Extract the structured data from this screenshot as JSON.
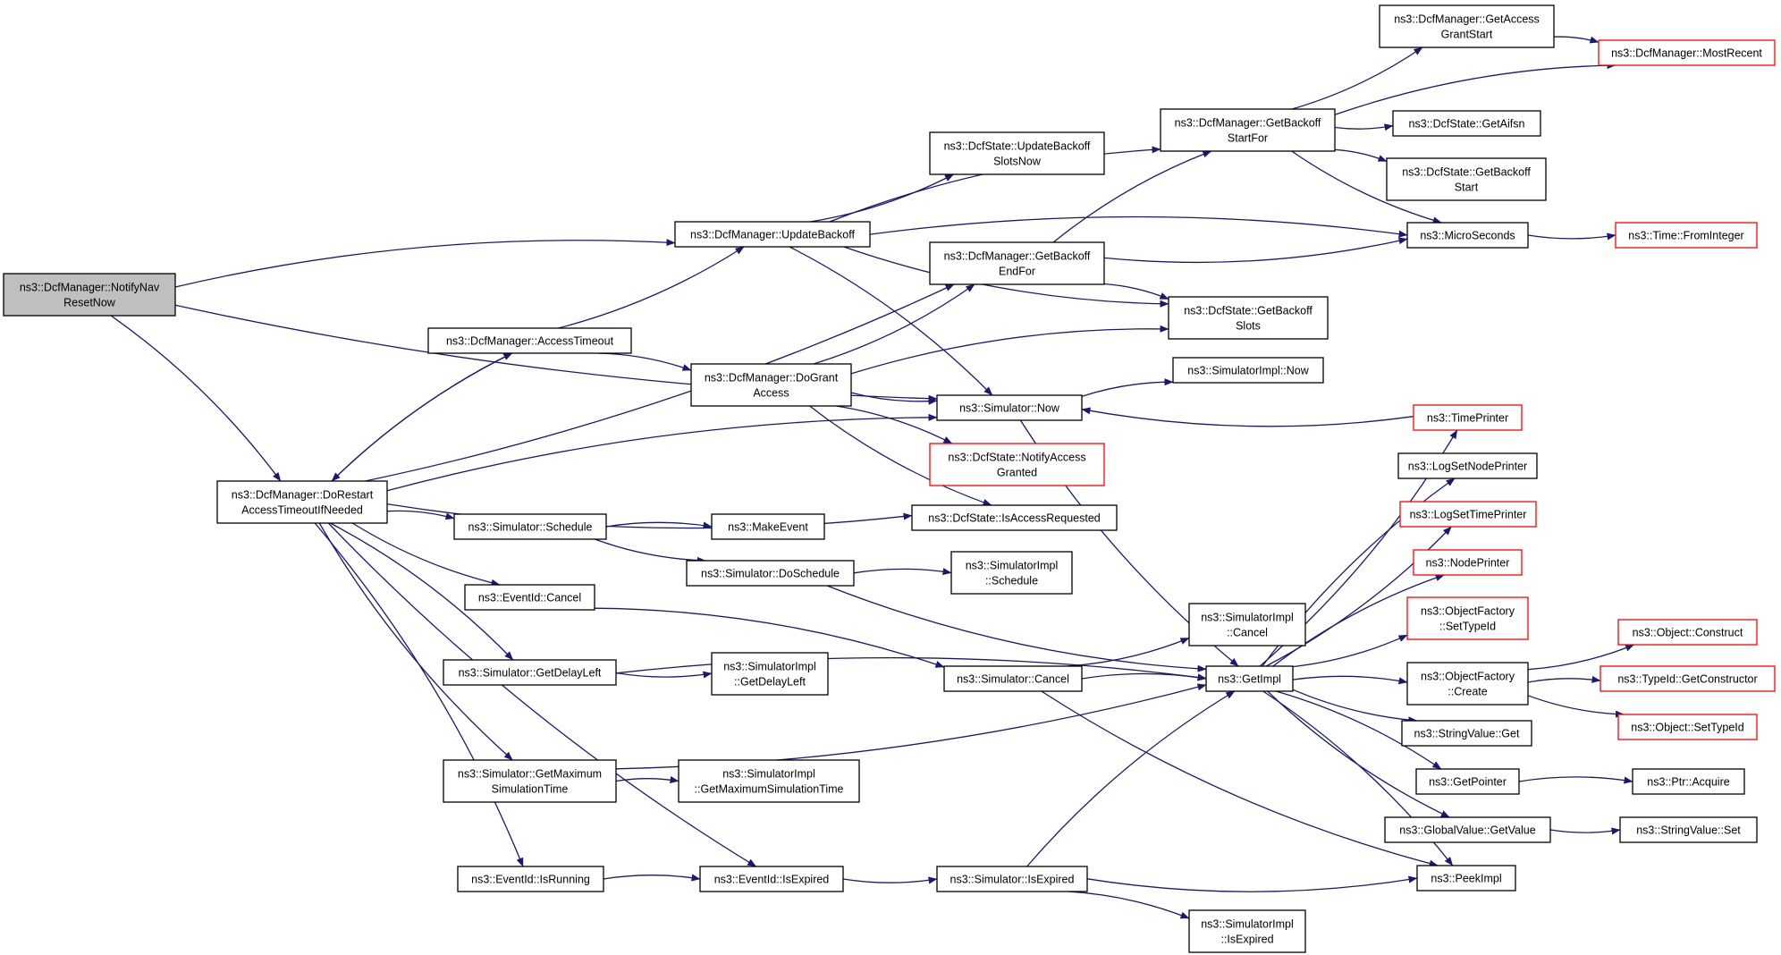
{
  "nodes": [
    {
      "id": "notify_nav_reset_now",
      "lines": [
        "ns3::DcfManager::NotifyNav",
        "ResetNow"
      ],
      "style": "root"
    },
    {
      "id": "do_restart_access_timeout",
      "lines": [
        "ns3::DcfManager::DoRestart",
        "AccessTimeoutIfNeeded"
      ],
      "style": "normal"
    },
    {
      "id": "access_timeout",
      "lines": [
        "ns3::DcfManager::AccessTimeout"
      ],
      "style": "normal"
    },
    {
      "id": "update_backoff",
      "lines": [
        "ns3::DcfManager::UpdateBackoff"
      ],
      "style": "normal"
    },
    {
      "id": "do_grant_access",
      "lines": [
        "ns3::DcfManager::DoGrant",
        "Access"
      ],
      "style": "normal"
    },
    {
      "id": "update_backoff_slots_now",
      "lines": [
        "ns3::DcfState::UpdateBackoff",
        "SlotsNow"
      ],
      "style": "normal"
    },
    {
      "id": "get_backoff_end_for",
      "lines": [
        "ns3::DcfManager::GetBackoff",
        "EndFor"
      ],
      "style": "normal"
    },
    {
      "id": "simulator_now",
      "lines": [
        "ns3::Simulator::Now"
      ],
      "style": "normal"
    },
    {
      "id": "notify_access_granted",
      "lines": [
        "ns3::DcfState::NotifyAccess",
        "Granted"
      ],
      "style": "red"
    },
    {
      "id": "is_access_requested",
      "lines": [
        "ns3::DcfState::IsAccessRequested"
      ],
      "style": "normal"
    },
    {
      "id": "get_backoff_start_for",
      "lines": [
        "ns3::DcfManager::GetBackoff",
        "StartFor"
      ],
      "style": "normal"
    },
    {
      "id": "get_access_grant_start",
      "lines": [
        "ns3::DcfManager::GetAccess",
        "GrantStart"
      ],
      "style": "normal"
    },
    {
      "id": "most_recent",
      "lines": [
        "ns3::DcfManager::MostRecent"
      ],
      "style": "red"
    },
    {
      "id": "get_aifsn",
      "lines": [
        "ns3::DcfState::GetAifsn"
      ],
      "style": "normal"
    },
    {
      "id": "get_backoff_start",
      "lines": [
        "ns3::DcfState::GetBackoff",
        "Start"
      ],
      "style": "normal"
    },
    {
      "id": "micro_seconds",
      "lines": [
        "ns3::MicroSeconds"
      ],
      "style": "normal"
    },
    {
      "id": "time_from_integer",
      "lines": [
        "ns3::Time::FromInteger"
      ],
      "style": "red"
    },
    {
      "id": "get_backoff_slots",
      "lines": [
        "ns3::DcfState::GetBackoff",
        "Slots"
      ],
      "style": "normal"
    },
    {
      "id": "simulator_impl_now",
      "lines": [
        "ns3::SimulatorImpl::Now"
      ],
      "style": "normal"
    },
    {
      "id": "time_printer",
      "lines": [
        "ns3::TimePrinter"
      ],
      "style": "red"
    },
    {
      "id": "log_set_node_printer",
      "lines": [
        "ns3::LogSetNodePrinter"
      ],
      "style": "normal"
    },
    {
      "id": "log_set_time_printer",
      "lines": [
        "ns3::LogSetTimePrinter"
      ],
      "style": "red"
    },
    {
      "id": "node_printer",
      "lines": [
        "ns3::NodePrinter"
      ],
      "style": "red"
    },
    {
      "id": "object_factory_set_type_id",
      "lines": [
        "ns3::ObjectFactory",
        "::SetTypeId"
      ],
      "style": "red"
    },
    {
      "id": "object_factory_create",
      "lines": [
        "ns3::ObjectFactory",
        "::Create"
      ],
      "style": "normal"
    },
    {
      "id": "object_construct",
      "lines": [
        "ns3::Object::Construct"
      ],
      "style": "red"
    },
    {
      "id": "type_id_get_constructor",
      "lines": [
        "ns3::TypeId::GetConstructor"
      ],
      "style": "red"
    },
    {
      "id": "object_set_type_id",
      "lines": [
        "ns3::Object::SetTypeId"
      ],
      "style": "red"
    },
    {
      "id": "string_value_get",
      "lines": [
        "ns3::StringValue::Get"
      ],
      "style": "normal"
    },
    {
      "id": "get_pointer",
      "lines": [
        "ns3::GetPointer"
      ],
      "style": "normal"
    },
    {
      "id": "ptr_acquire",
      "lines": [
        "ns3::Ptr::Acquire"
      ],
      "style": "normal"
    },
    {
      "id": "global_value_get_value",
      "lines": [
        "ns3::GlobalValue::GetValue"
      ],
      "style": "normal"
    },
    {
      "id": "string_value_set",
      "lines": [
        "ns3::StringValue::Set"
      ],
      "style": "normal"
    },
    {
      "id": "peek_impl",
      "lines": [
        "ns3::PeekImpl"
      ],
      "style": "normal"
    },
    {
      "id": "simulator_schedule",
      "lines": [
        "ns3::Simulator::Schedule"
      ],
      "style": "normal"
    },
    {
      "id": "make_event",
      "lines": [
        "ns3::MakeEvent"
      ],
      "style": "normal"
    },
    {
      "id": "simulator_do_schedule",
      "lines": [
        "ns3::Simulator::DoSchedule"
      ],
      "style": "normal"
    },
    {
      "id": "simulator_impl_schedule",
      "lines": [
        "ns3::SimulatorImpl",
        "::Schedule"
      ],
      "style": "normal"
    },
    {
      "id": "event_id_cancel",
      "lines": [
        "ns3::EventId::Cancel"
      ],
      "style": "normal"
    },
    {
      "id": "simulator_impl_cancel",
      "lines": [
        "ns3::SimulatorImpl",
        "::Cancel"
      ],
      "style": "normal"
    },
    {
      "id": "simulator_get_delay_left",
      "lines": [
        "ns3::Simulator::GetDelayLeft"
      ],
      "style": "normal"
    },
    {
      "id": "simulator_impl_get_delay_left",
      "lines": [
        "ns3::SimulatorImpl",
        "::GetDelayLeft"
      ],
      "style": "normal"
    },
    {
      "id": "simulator_cancel",
      "lines": [
        "ns3::Simulator::Cancel"
      ],
      "style": "normal"
    },
    {
      "id": "get_impl",
      "lines": [
        "ns3::GetImpl"
      ],
      "style": "normal"
    },
    {
      "id": "simulator_get_maximum_simulation_time",
      "lines": [
        "ns3::Simulator::GetMaximum",
        "SimulationTime"
      ],
      "style": "normal"
    },
    {
      "id": "simulator_impl_get_maximum_simulation_time",
      "lines": [
        "ns3::SimulatorImpl",
        "::GetMaximumSimulationTime"
      ],
      "style": "normal"
    },
    {
      "id": "event_id_is_running",
      "lines": [
        "ns3::EventId::IsRunning"
      ],
      "style": "normal"
    },
    {
      "id": "event_id_is_expired",
      "lines": [
        "ns3::EventId::IsExpired"
      ],
      "style": "normal"
    },
    {
      "id": "simulator_is_expired",
      "lines": [
        "ns3::Simulator::IsExpired"
      ],
      "style": "normal"
    },
    {
      "id": "simulator_impl_is_expired",
      "lines": [
        "ns3::SimulatorImpl",
        "::IsExpired"
      ],
      "style": "normal"
    }
  ],
  "edges": [
    [
      "notify_nav_reset_now",
      "update_backoff"
    ],
    [
      "notify_nav_reset_now",
      "simulator_now"
    ],
    [
      "notify_nav_reset_now",
      "do_restart_access_timeout"
    ],
    [
      "access_timeout",
      "update_backoff"
    ],
    [
      "access_timeout",
      "do_grant_access"
    ],
    [
      "access_timeout",
      "do_restart_access_timeout"
    ],
    [
      "do_restart_access_timeout",
      "access_timeout"
    ],
    [
      "do_restart_access_timeout",
      "get_backoff_end_for"
    ],
    [
      "do_restart_access_timeout",
      "simulator_now"
    ],
    [
      "do_restart_access_timeout",
      "is_access_requested"
    ],
    [
      "do_restart_access_timeout",
      "simulator_schedule"
    ],
    [
      "do_restart_access_timeout",
      "event_id_cancel"
    ],
    [
      "do_restart_access_timeout",
      "simulator_get_delay_left"
    ],
    [
      "do_restart_access_timeout",
      "simulator_get_maximum_simulation_time"
    ],
    [
      "do_restart_access_timeout",
      "event_id_is_running"
    ],
    [
      "do_restart_access_timeout",
      "event_id_is_expired"
    ],
    [
      "update_backoff",
      "get_backoff_start_for"
    ],
    [
      "update_backoff",
      "update_backoff_slots_now"
    ],
    [
      "update_backoff",
      "micro_seconds"
    ],
    [
      "update_backoff",
      "get_backoff_slots"
    ],
    [
      "update_backoff",
      "simulator_now"
    ],
    [
      "do_grant_access",
      "get_backoff_end_for"
    ],
    [
      "do_grant_access",
      "get_backoff_slots"
    ],
    [
      "do_grant_access",
      "simulator_now"
    ],
    [
      "do_grant_access",
      "notify_access_granted"
    ],
    [
      "do_grant_access",
      "is_access_requested"
    ],
    [
      "get_backoff_end_for",
      "get_backoff_start_for"
    ],
    [
      "get_backoff_end_for",
      "micro_seconds"
    ],
    [
      "get_backoff_end_for",
      "get_backoff_slots"
    ],
    [
      "get_backoff_start_for",
      "get_access_grant_start"
    ],
    [
      "get_backoff_start_for",
      "most_recent"
    ],
    [
      "get_backoff_start_for",
      "get_aifsn"
    ],
    [
      "get_backoff_start_for",
      "get_backoff_start"
    ],
    [
      "get_backoff_start_for",
      "micro_seconds"
    ],
    [
      "get_access_grant_start",
      "most_recent"
    ],
    [
      "micro_seconds",
      "time_from_integer"
    ],
    [
      "simulator_now",
      "simulator_impl_now"
    ],
    [
      "simulator_now",
      "get_impl"
    ],
    [
      "time_printer",
      "simulator_now"
    ],
    [
      "get_impl",
      "time_printer"
    ],
    [
      "get_impl",
      "log_set_node_printer"
    ],
    [
      "get_impl",
      "log_set_time_printer"
    ],
    [
      "get_impl",
      "node_printer"
    ],
    [
      "get_impl",
      "object_factory_set_type_id"
    ],
    [
      "get_impl",
      "object_factory_create"
    ],
    [
      "get_impl",
      "string_value_get"
    ],
    [
      "get_impl",
      "get_pointer"
    ],
    [
      "get_impl",
      "global_value_get_value"
    ],
    [
      "get_impl",
      "peek_impl"
    ],
    [
      "object_factory_create",
      "object_construct"
    ],
    [
      "object_factory_create",
      "type_id_get_constructor"
    ],
    [
      "object_factory_create",
      "object_set_type_id"
    ],
    [
      "get_pointer",
      "ptr_acquire"
    ],
    [
      "global_value_get_value",
      "string_value_set"
    ],
    [
      "simulator_schedule",
      "make_event"
    ],
    [
      "simulator_schedule",
      "simulator_do_schedule"
    ],
    [
      "simulator_do_schedule",
      "simulator_impl_schedule"
    ],
    [
      "simulator_do_schedule",
      "get_impl"
    ],
    [
      "event_id_cancel",
      "simulator_cancel"
    ],
    [
      "simulator_get_delay_left",
      "simulator_impl_get_delay_left"
    ],
    [
      "simulator_get_delay_left",
      "get_impl"
    ],
    [
      "simulator_cancel",
      "simulator_impl_cancel"
    ],
    [
      "simulator_cancel",
      "get_impl"
    ],
    [
      "simulator_cancel",
      "peek_impl"
    ],
    [
      "simulator_get_maximum_simulation_time",
      "simulator_impl_get_maximum_simulation_time"
    ],
    [
      "simulator_get_maximum_simulation_time",
      "get_impl"
    ],
    [
      "event_id_is_running",
      "event_id_is_expired"
    ],
    [
      "event_id_is_expired",
      "simulator_is_expired"
    ],
    [
      "simulator_is_expired",
      "get_impl"
    ],
    [
      "simulator_is_expired",
      "peek_impl"
    ],
    [
      "simulator_is_expired",
      "simulator_impl_is_expired"
    ]
  ],
  "colors": {
    "edge": "#191970",
    "node_border": "#000000",
    "external_node_border": "#ff0000",
    "root_node_fill": "#bfbfbf",
    "background": "#ffffff"
  }
}
